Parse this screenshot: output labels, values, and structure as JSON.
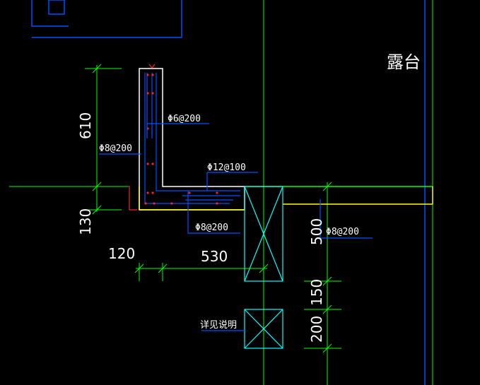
{
  "colors": {
    "background": "#000000",
    "green": "#00ff00",
    "blue": "#0050ff",
    "white": "#ffffff",
    "yellow": "#ffff00",
    "cyan": "#00ffff",
    "red": "#ff2020"
  },
  "labels": {
    "balcony": "露台",
    "rebar_phi6": "Φ6@200",
    "rebar_phi8_left": "Φ8@200",
    "rebar_phi12": "Φ12@100",
    "rebar_phi8_bottom": "Φ8@200",
    "rebar_phi8_right": "Φ8@200",
    "detail_note": "详见说明"
  },
  "dimensions": {
    "dim_610": "610",
    "dim_130": "130",
    "dim_120": "120",
    "dim_530": "530",
    "dim_500": "500",
    "dim_150": "150",
    "dim_200": "200"
  }
}
